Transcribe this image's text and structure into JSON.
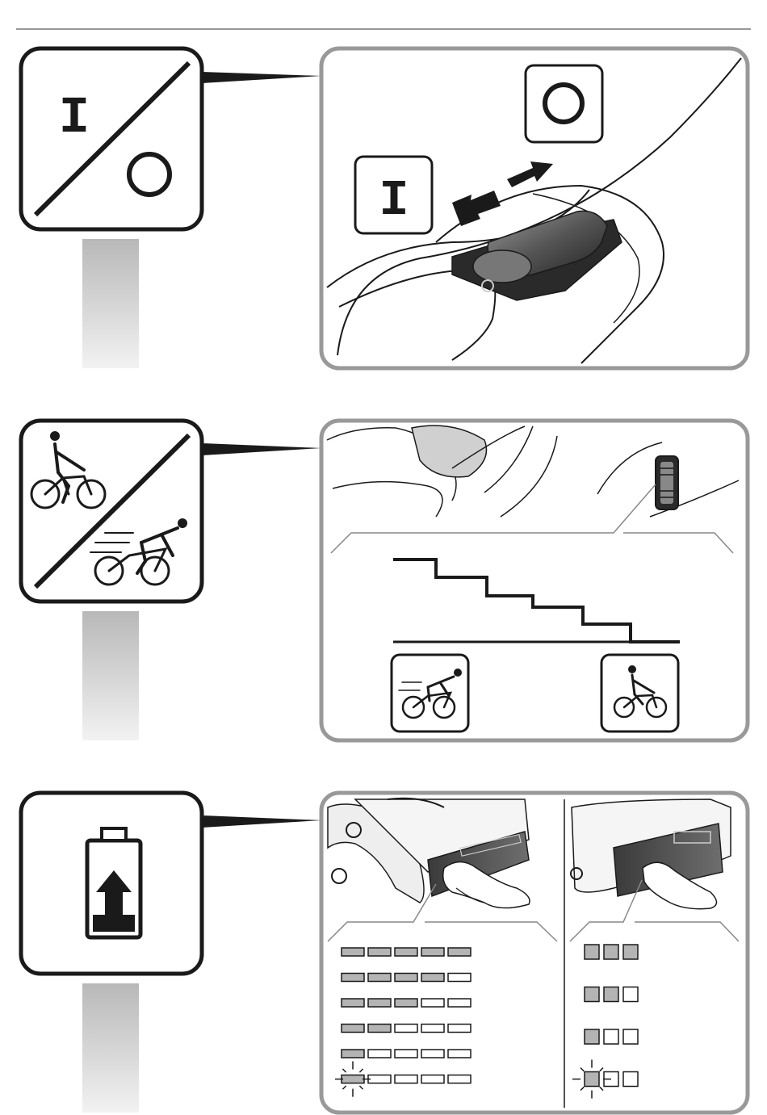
{
  "sections": [
    {
      "id": "on-off",
      "icon": {
        "name": "power-switch-icon",
        "labels": [
          "I",
          "O"
        ]
      },
      "detail": {
        "labels": [
          "I",
          "O"
        ],
        "scene": "switch-on-housing"
      }
    },
    {
      "id": "assist-level",
      "icon": {
        "name": "assist-mode-icon"
      },
      "detail": {
        "steps": 6,
        "scene": "mode-switch-on-handle"
      }
    },
    {
      "id": "battery-charge",
      "icon": {
        "name": "battery-charge-icon"
      },
      "detail": {
        "left_indicator": {
          "segments": 5,
          "rows_lit": [
            5,
            4,
            3,
            2,
            1,
            1
          ],
          "last_row_blinking": true
        },
        "right_indicator": {
          "segments": 3,
          "rows_lit": [
            3,
            2,
            1,
            1
          ],
          "last_row_blinking": true
        }
      }
    }
  ],
  "colors": {
    "frame": "#999999",
    "ink": "#1a1a1a",
    "lit": "#b4b4b4"
  }
}
